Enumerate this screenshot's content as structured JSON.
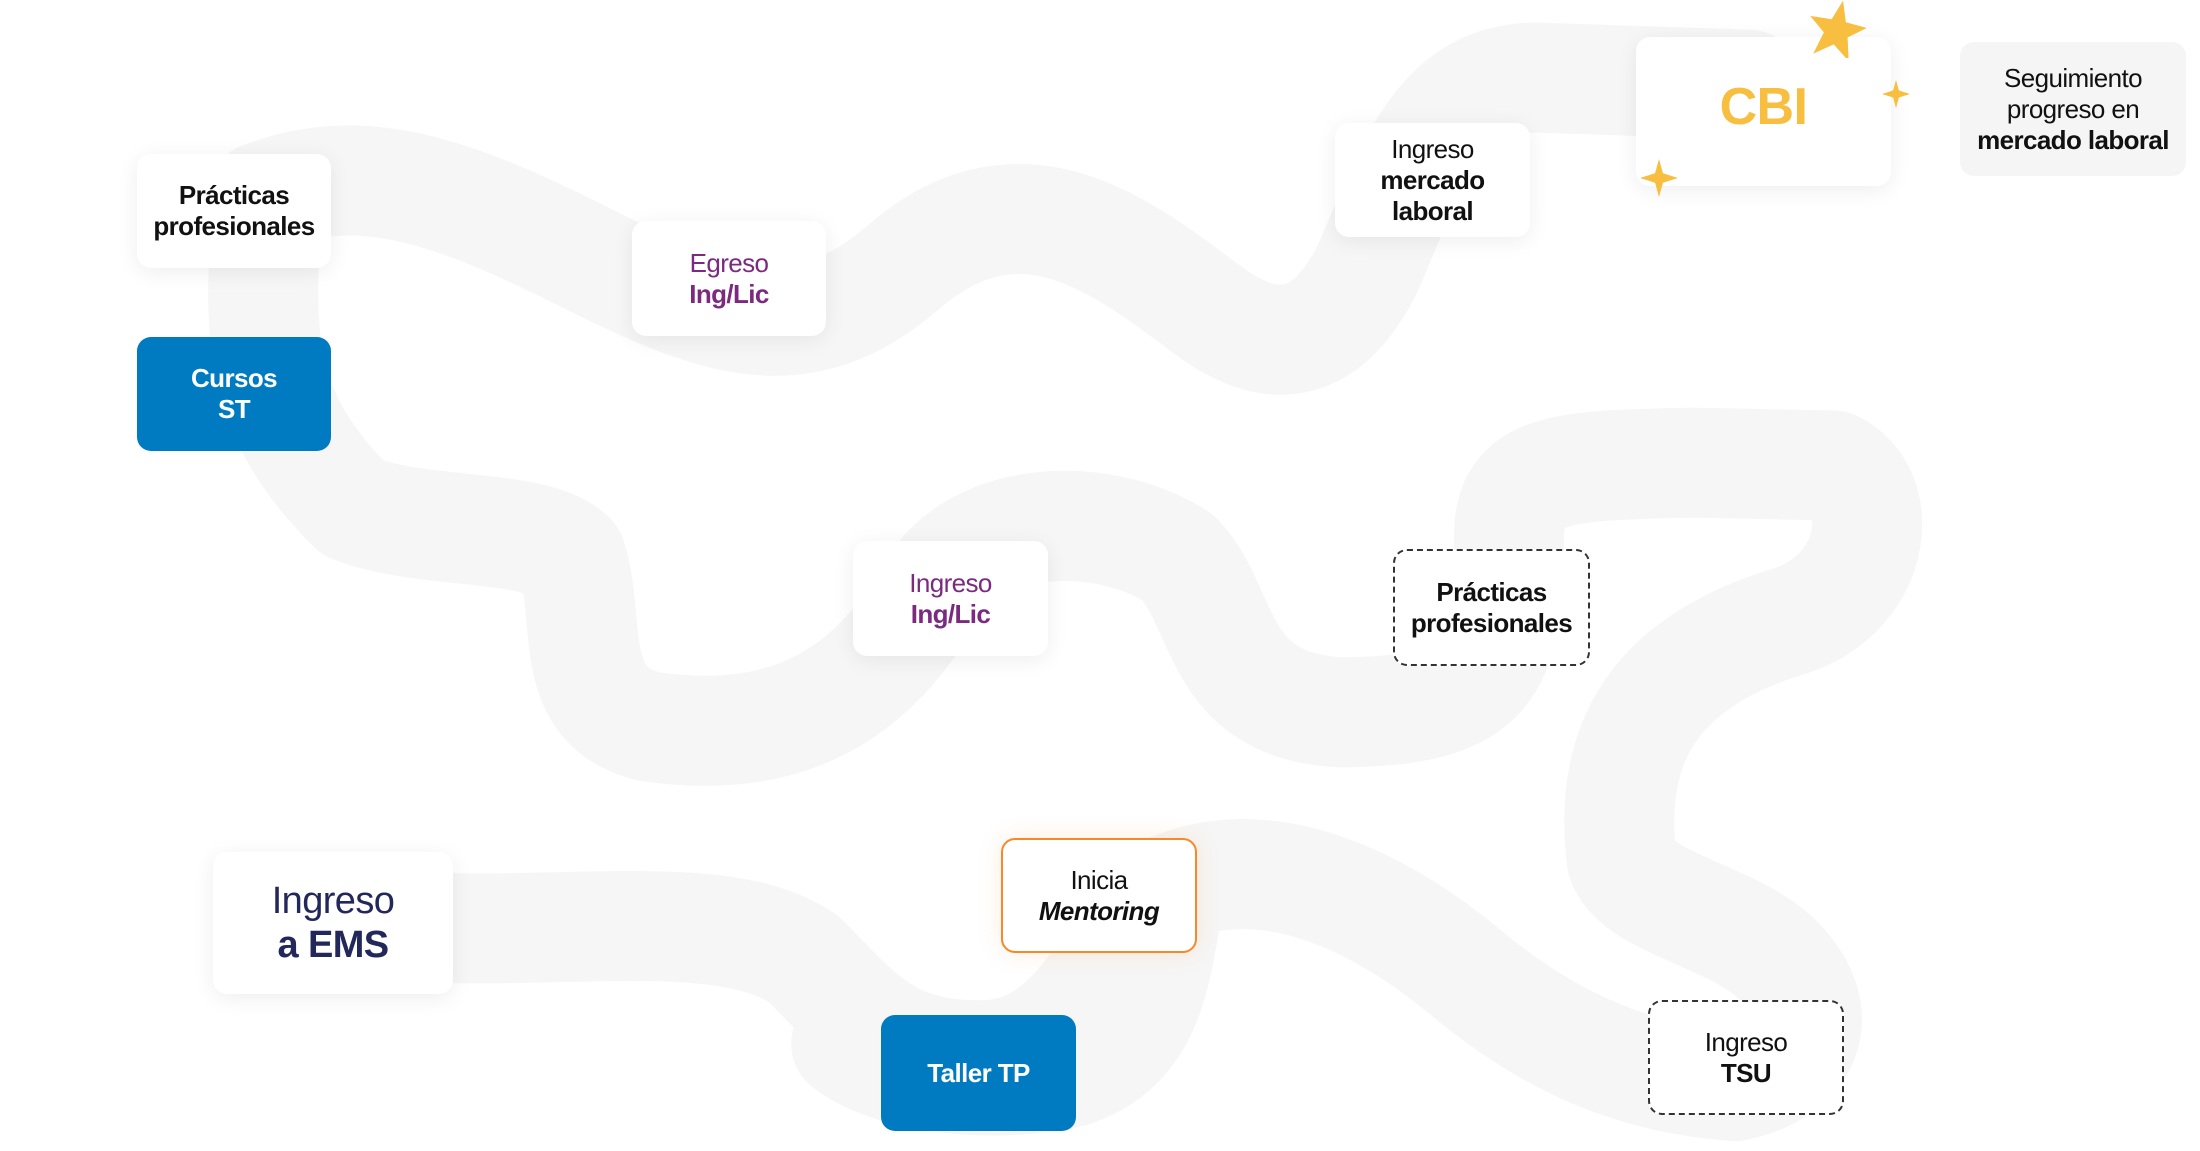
{
  "colors": {
    "primary_blue": "#007BC1",
    "purple": "#7B2A80",
    "navy": "#23285A",
    "orange": "#F7892A",
    "star_yellow": "#F7BE3F",
    "path_grey": "#F6F6F6"
  },
  "nodes": {
    "practicas_1": {
      "line1": "Prácticas",
      "line2": "profesionales"
    },
    "cursos_st": {
      "line1": "Cursos",
      "line2": "ST"
    },
    "egreso": {
      "line1": "Egreso",
      "line2": "Ing/Lic"
    },
    "ingreso_mercado": {
      "line1": "Ingreso",
      "line2": "mercado",
      "line3": "laboral"
    },
    "cbi": {
      "label": "CBI"
    },
    "seguimiento": {
      "line1": "Seguimiento",
      "line2": "progreso en",
      "line3": "mercado laboral"
    },
    "ingreso_ing": {
      "line1": "Ingreso",
      "line2": "Ing/Lic"
    },
    "practicas_2": {
      "line1": "Prácticas",
      "line2": "profesionales"
    },
    "ingreso_ems": {
      "line1": "Ingreso",
      "line2": "a EMS"
    },
    "mentoring": {
      "line1": "Inicia",
      "line2": "Mentoring"
    },
    "taller": {
      "label": "Taller TP"
    },
    "ingreso_tsu": {
      "line1": "Ingreso",
      "line2": "TSU"
    }
  },
  "icons": [
    "star-icon",
    "star-icon",
    "star-icon"
  ]
}
